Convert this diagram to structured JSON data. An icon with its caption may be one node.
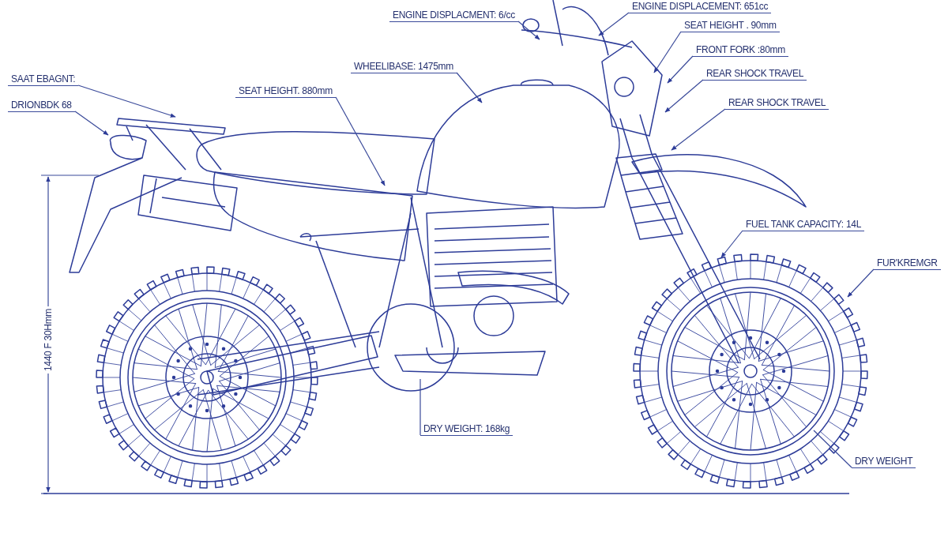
{
  "diagram": {
    "nodes": [
      {
        "text": [
          "ENGINE DISPLACMENT: 6/cc"
        ]
      },
      {
        "text": [
          "ENGINE DISPLACEMENT: 651cc"
        ]
      },
      {
        "text": [
          "SEAT HEIGHT . 90mm"
        ]
      },
      {
        "text": [
          "FRONT FORK :80mm"
        ]
      },
      {
        "text": [
          "SAAT EBAGNT:"
        ]
      },
      {
        "text": [
          "WHEELIBASE: 1475mm"
        ]
      },
      {
        "text": [
          "REAR SHOCK TRAVEL"
        ]
      },
      {
        "text": [
          "SEAT HEIGHT. 880mm"
        ]
      },
      {
        "text": [
          "DRIONBDK 68"
        ]
      },
      {
        "text": [
          "REAR SHOCK TRAVEL"
        ]
      },
      {
        "text": [
          "FUEL TANK CAPACITY: 14L"
        ]
      },
      {
        "text": [
          "FUR'KREMGR"
        ]
      },
      {
        "text": [
          "DRY WEIGHT: 168kg"
        ]
      },
      {
        "text": [
          "DRY WEIGHT"
        ]
      }
    ],
    "edges": [
      {
        "from": 0,
        "to": null,
        "arrow": "to"
      },
      {
        "from": 1,
        "to": null,
        "arrow": "to"
      },
      {
        "from": 2,
        "to": null,
        "arrow": "to"
      },
      {
        "from": 3,
        "to": null,
        "arrow": "to"
      },
      {
        "from": 4,
        "to": null,
        "arrow": "to"
      },
      {
        "from": 5,
        "to": null,
        "arrow": "to"
      },
      {
        "from": 6,
        "to": null,
        "arrow": "to"
      },
      {
        "from": 7,
        "to": null,
        "arrow": "to"
      },
      {
        "from": 8,
        "to": null,
        "arrow": "to"
      },
      {
        "from": 9,
        "to": null,
        "arrow": "to"
      },
      {
        "from": 10,
        "to": null,
        "arrow": "to"
      },
      {
        "from": 11,
        "to": null,
        "arrow": "to"
      },
      {
        "from": 12,
        "to": null,
        "arrow": "none"
      },
      {
        "from": 13,
        "to": null,
        "arrow": "none"
      }
    ],
    "labels": [
      "1440 F 30Hmm"
    ]
  }
}
